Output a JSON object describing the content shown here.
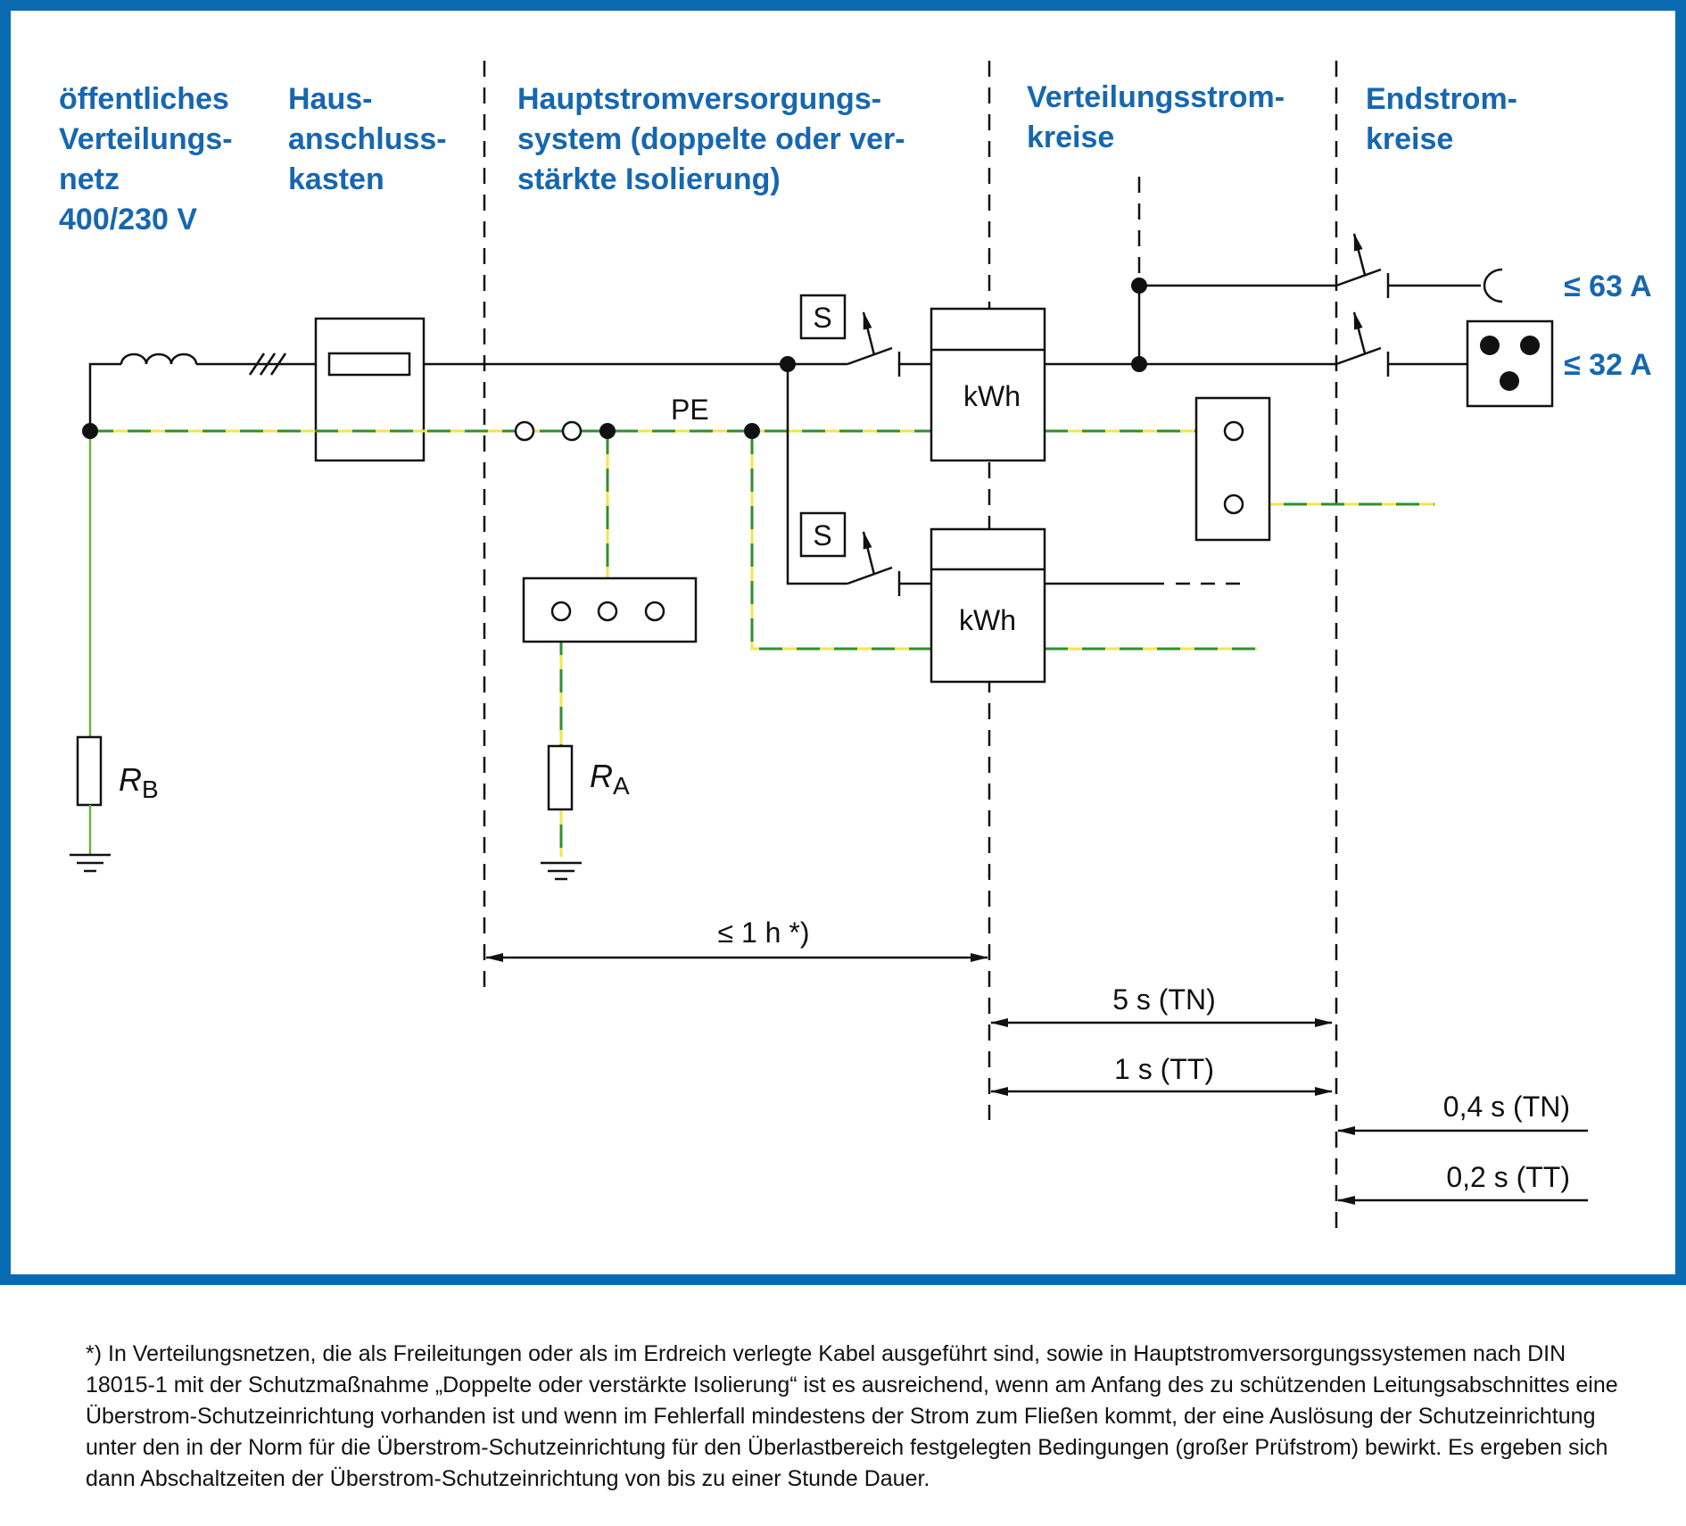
{
  "headers": {
    "col1": [
      "öffentliches",
      "Verteilungs-",
      "netz",
      "400/230 V"
    ],
    "col2": [
      "Haus-",
      "anschluss-",
      "kasten"
    ],
    "col3": [
      "Hauptstromversorgungs-",
      "system (doppelte oder ver-",
      "stärkte Isolierung)"
    ],
    "col4": [
      "Verteilungsstrom-",
      "kreise"
    ],
    "col5": [
      "Endstrom-",
      "kreise"
    ]
  },
  "labels": {
    "pe": "PE",
    "rb_main": "R",
    "rb_sub": "B",
    "ra_main": "R",
    "ra_sub": "A",
    "switch1": "S",
    "switch2": "S",
    "meter1": "kWh",
    "meter2": "kWh",
    "amp63": "≤ 63 A",
    "amp32": "≤ 32 A"
  },
  "times": {
    "t1h": "≤ 1 h *)",
    "t5s": "5 s (TN)",
    "t1s": "1 s (TT)",
    "t04s": "0,4 s (TN)",
    "t02s": "0,2 s (TT)"
  },
  "colors": {
    "frame": "#0a6bb3",
    "heading": "#1667b0",
    "pe_yellow": "#f2e64a",
    "pe_green": "#2f8f2f"
  },
  "footnote": "*) In Verteilungsnetzen, die als Freileitungen oder als im Erdreich verlegte Kabel ausgeführt sind, sowie in Hauptstromversorgungssystemen nach DIN 18015-1 mit der Schutzmaßnahme „Doppelte oder verstärkte Isolierung“ ist es ausreichend, wenn am Anfang des zu schützenden Leitungsabschnittes eine Überstrom-Schutzeinrichtung vorhanden ist und wenn im Fehlerfall mindestens der Strom zum Fließen kommt, der eine Auslösung der Schutzeinrichtung unter den in der Norm für die Überstrom-Schutzeinrichtung für den Überlastbereich festgelegten Bedingungen (großer Prüfstrom) bewirkt. Es ergeben sich dann Abschaltzeiten der Überstrom-Schutzeinrichtung von bis zu einer Stunde Dauer."
}
